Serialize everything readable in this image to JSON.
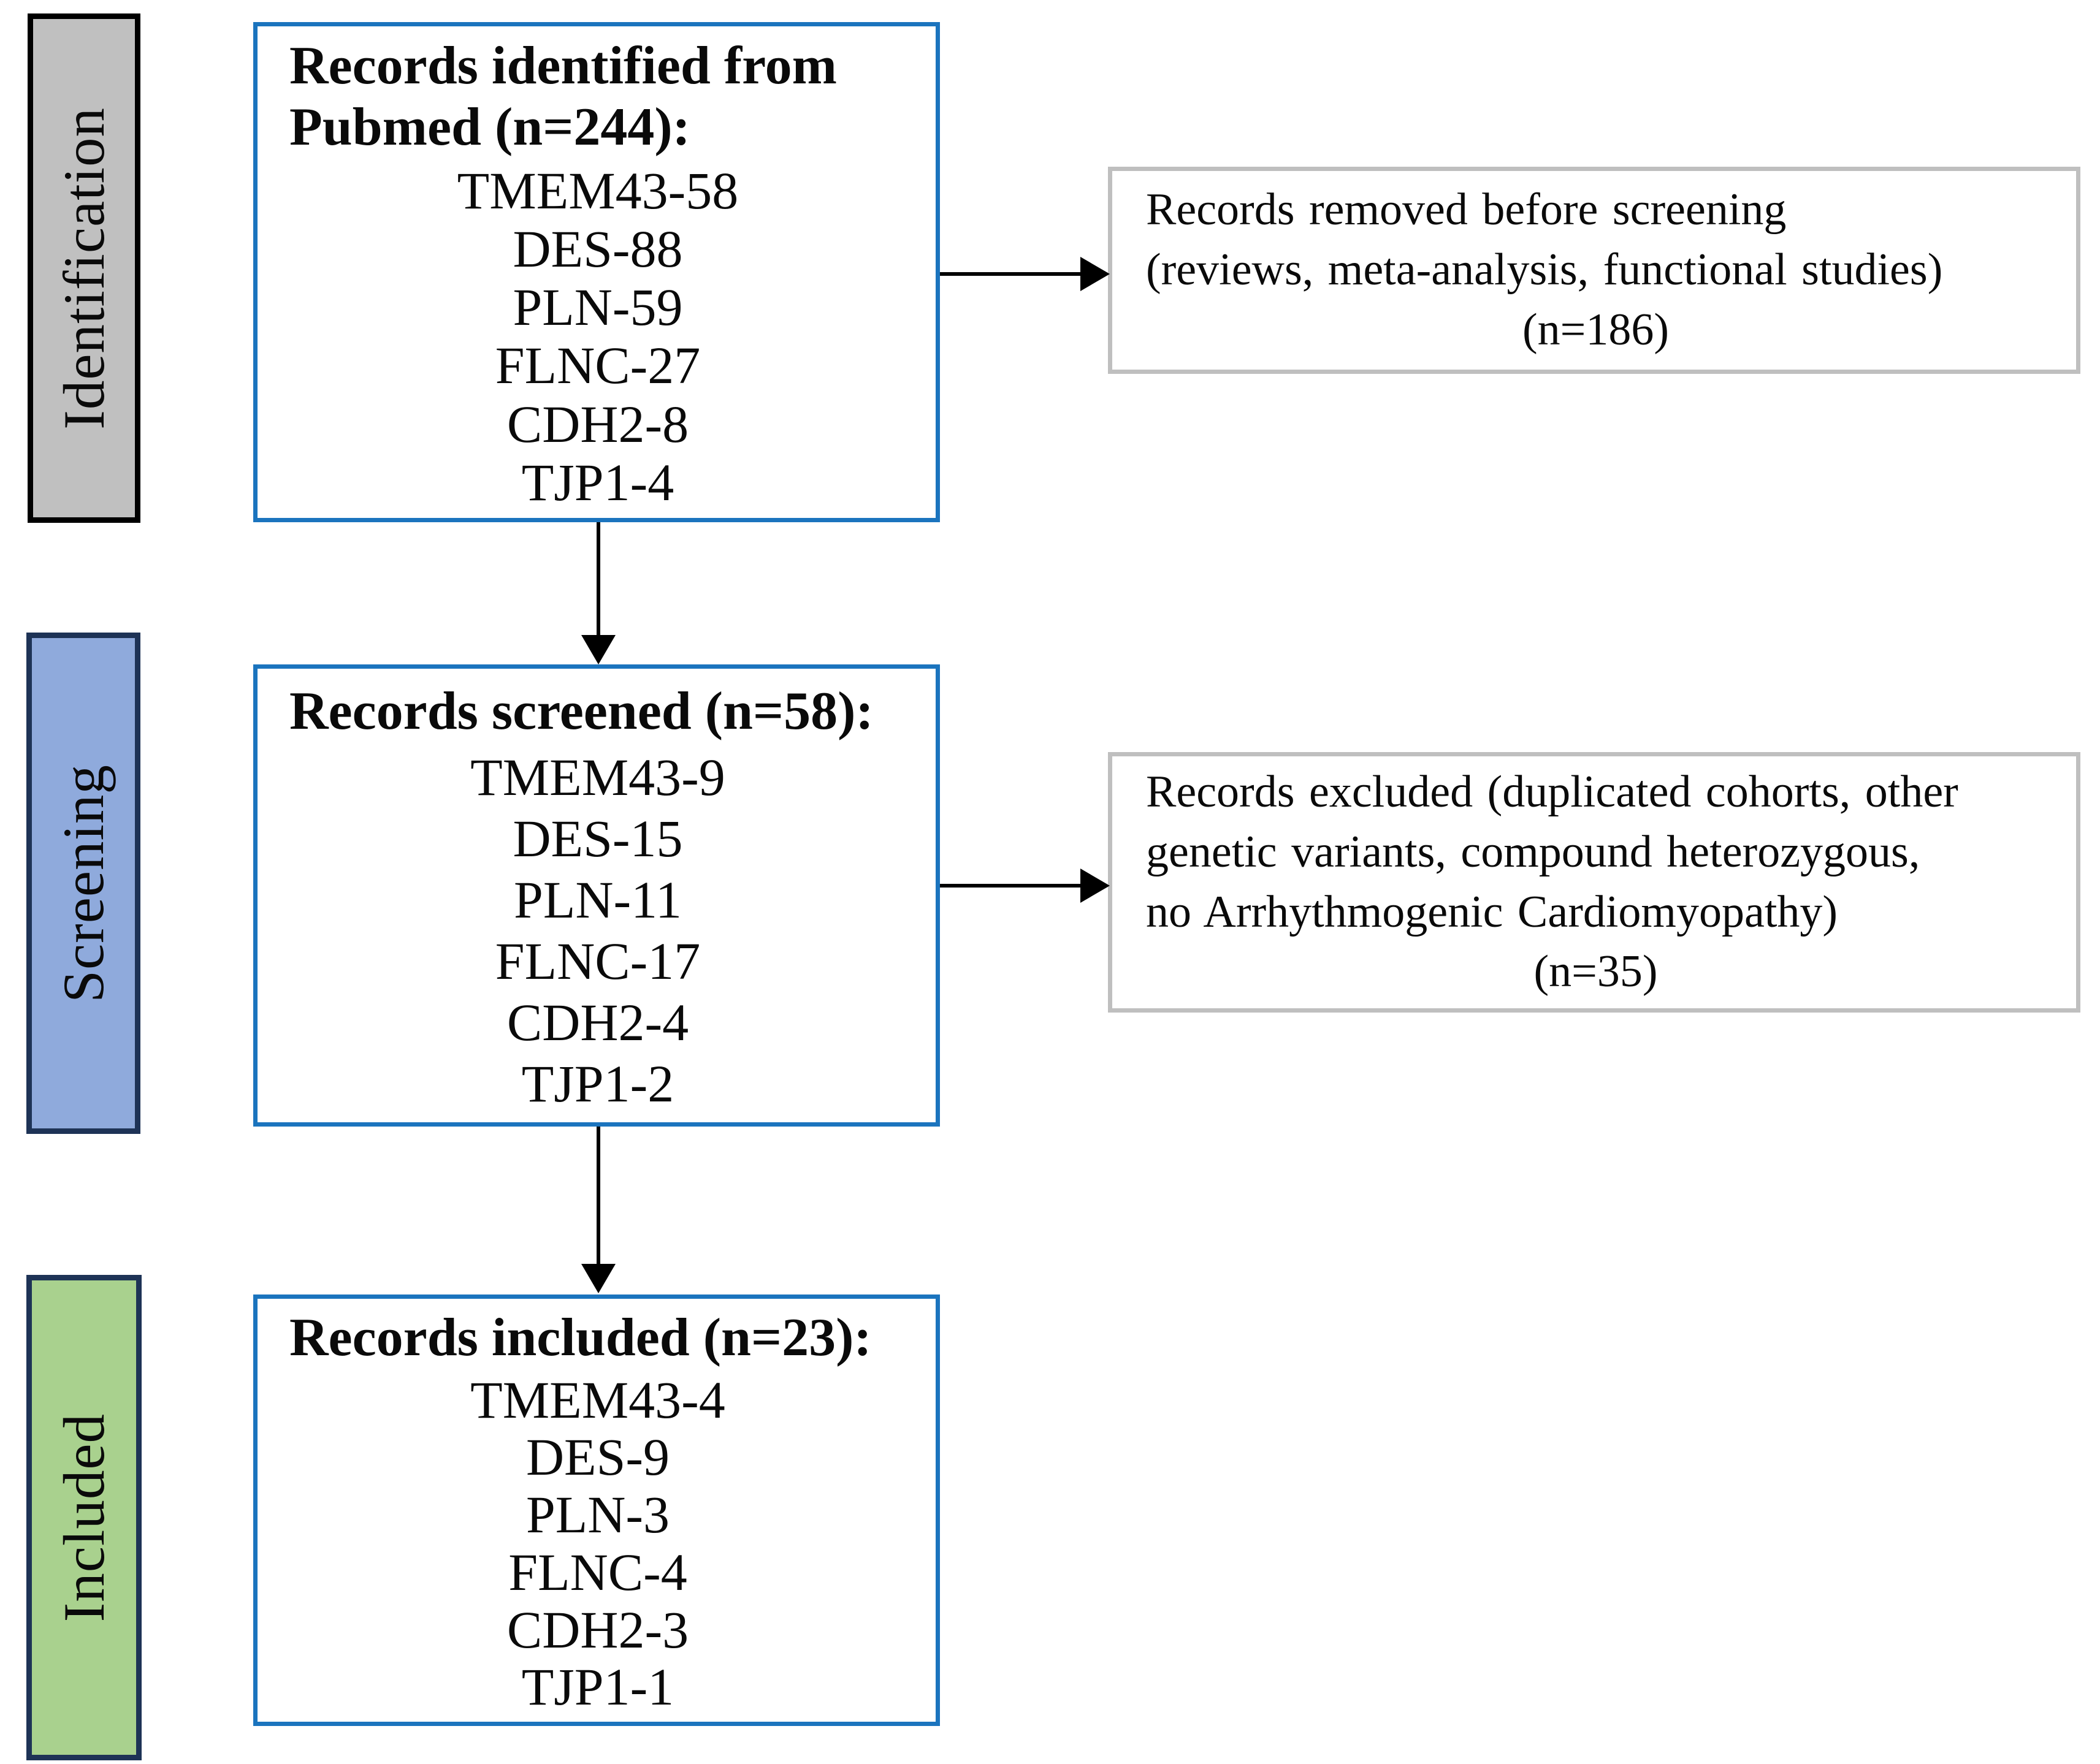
{
  "stages": [
    {
      "label": "Identification"
    },
    {
      "label": "Screening"
    },
    {
      "label": "Included"
    }
  ],
  "main_boxes": [
    {
      "title": "Records identified from Pubmed (n=244):",
      "items": [
        "TMEM43-58",
        "DES-88",
        "PLN-59",
        "FLNC-27",
        "CDH2-8",
        "TJP1-4"
      ]
    },
    {
      "title": "Records screened (n=58):",
      "items": [
        "TMEM43-9",
        "DES-15",
        "PLN-11",
        "FLNC-17",
        "CDH2-4",
        "TJP1-2"
      ]
    },
    {
      "title": "Records included (n=23):",
      "items": [
        "TMEM43-4",
        "DES-9",
        "PLN-3",
        "FLNC-4",
        "CDH2-3",
        "TJP1-1"
      ]
    }
  ],
  "side_boxes": [
    {
      "lines": [
        "Records removed before screening",
        "(reviews, meta-analysis, functional studies)"
      ],
      "count": "(n=186)"
    },
    {
      "lines": [
        "Records excluded (duplicated cohorts, other",
        "genetic variants, compound heterozygous,",
        "no Arrhythmogenic Cardiomyopathy)"
      ],
      "count": "(n=35)"
    }
  ],
  "colors": {
    "main_box_border": "#1b74be",
    "side_box_border": "#bfbfbf",
    "identification_fill": "#c0c0c0",
    "identification_border": "#000000",
    "screening_fill": "#8faadc",
    "included_fill": "#a9d18e",
    "stage_border": "#1e3356",
    "arrow": "#000000"
  }
}
